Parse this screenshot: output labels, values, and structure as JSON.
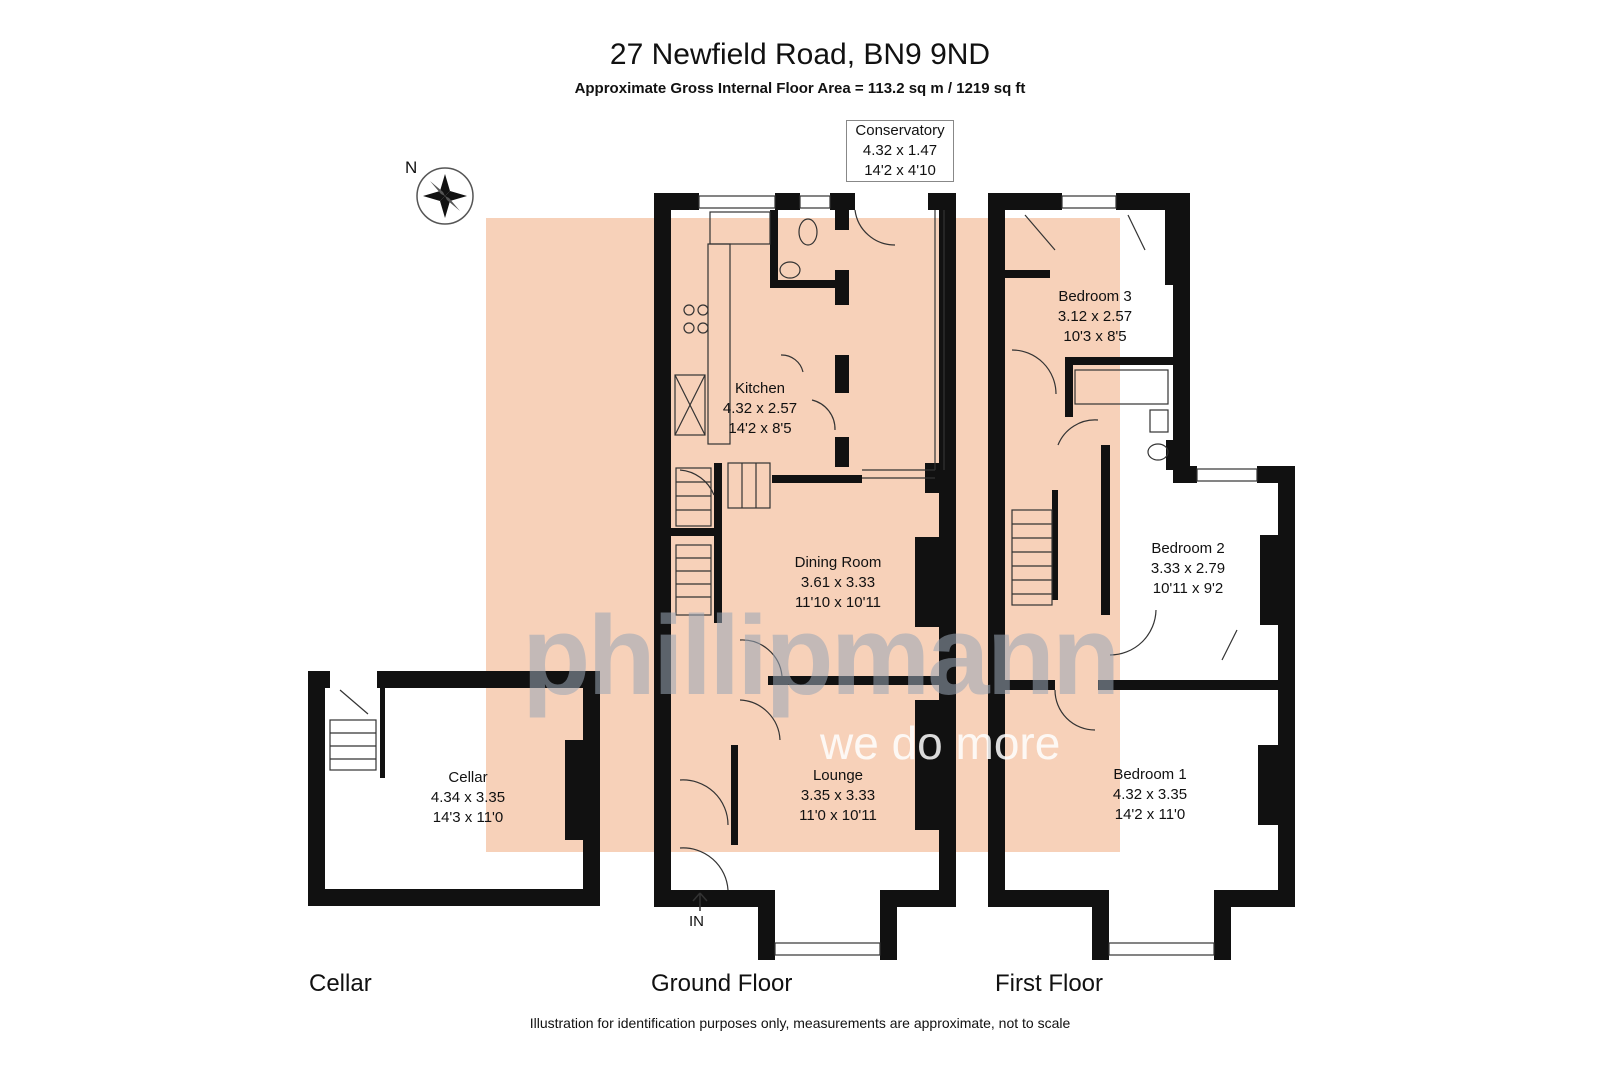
{
  "header": {
    "title": "27 Newfield Road, BN9 9ND",
    "subtitle": "Approximate Gross Internal Floor Area = 113.2 sq m / 1219 sq ft"
  },
  "compass": {
    "label": "N"
  },
  "entrance": {
    "label": "IN"
  },
  "floors": {
    "cellar": "Cellar",
    "ground": "Ground Floor",
    "first": "First Floor"
  },
  "rooms": {
    "conservatory": {
      "name": "Conservatory",
      "metric": "4.32 x 1.47",
      "imperial": "14'2 x 4'10"
    },
    "kitchen": {
      "name": "Kitchen",
      "metric": "4.32 x 2.57",
      "imperial": "14'2 x 8'5"
    },
    "dining": {
      "name": "Dining Room",
      "metric": "3.61 x 3.33",
      "imperial": "11'10 x 10'11"
    },
    "lounge": {
      "name": "Lounge",
      "metric": "3.35 x 3.33",
      "imperial": "11'0 x 10'11"
    },
    "cellar": {
      "name": "Cellar",
      "metric": "4.34 x 3.35",
      "imperial": "14'3 x 11'0"
    },
    "bedroom3": {
      "name": "Bedroom 3",
      "metric": "3.12 x 2.57",
      "imperial": "10'3 x 8'5"
    },
    "bedroom2": {
      "name": "Bedroom 2",
      "metric": "3.33 x 2.79",
      "imperial": "10'11 x 9'2"
    },
    "bedroom1": {
      "name": "Bedroom 1",
      "metric": "4.32 x 3.35",
      "imperial": "14'2 x 11'0"
    }
  },
  "watermark": {
    "brand": "phillipmann",
    "tagline": "we do more"
  },
  "footer": {
    "disclaimer": "Illustration for identification purposes only, measurements are approximate, not to scale"
  },
  "colors": {
    "wall": "#111111",
    "overlay": "#f6c9ad",
    "watermark_text": "#9aa6b6"
  }
}
